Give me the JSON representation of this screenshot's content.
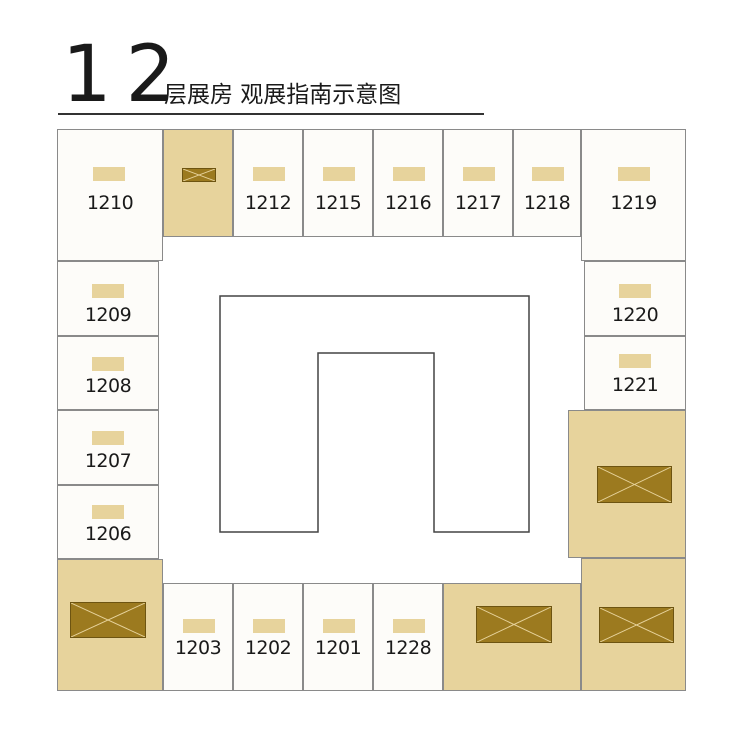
{
  "header": {
    "floor_number": "12",
    "subtitle": "层展房 观展指南示意图"
  },
  "rooms": {
    "r1210": "1210",
    "r1212": "1212",
    "r1215": "1215",
    "r1216": "1216",
    "r1217": "1217",
    "r1218": "1218",
    "r1219": "1219",
    "r1209": "1209",
    "r1220": "1220",
    "r1208": "1208",
    "r1221": "1221",
    "r1207": "1207",
    "r1206": "1206",
    "r1203": "1203",
    "r1202": "1202",
    "r1201": "1201",
    "r1228": "1228"
  },
  "colors": {
    "room_fill": "#fdfcf9",
    "booth_fill": "#e7d39c",
    "booth_marker": "#9c7a1f",
    "outline": "#8a8a8a"
  }
}
